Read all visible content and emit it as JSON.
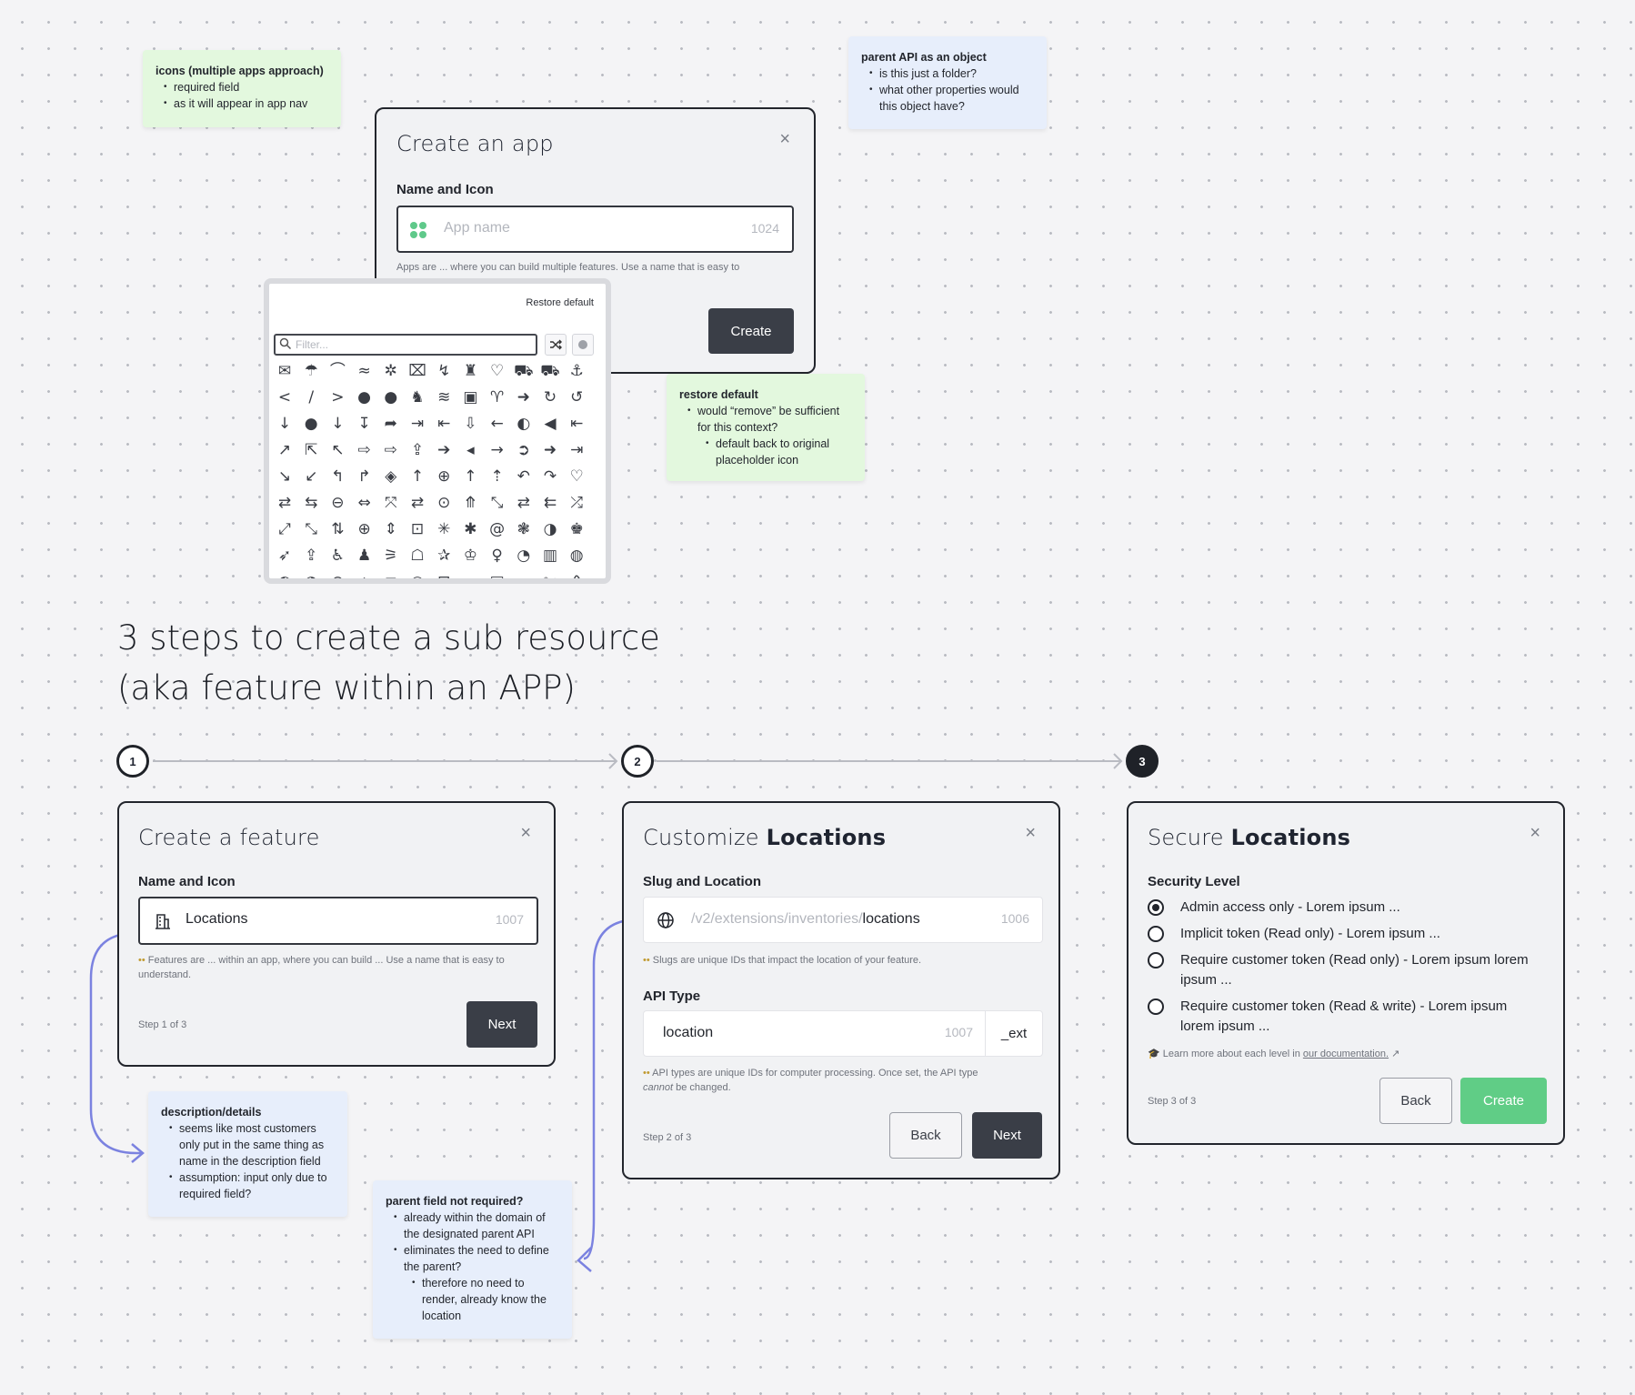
{
  "notes": {
    "icons": {
      "title": "icons (multiple apps approach)",
      "items": [
        "required field",
        "as it will appear in app nav"
      ]
    },
    "parent_api": {
      "title": "parent API as an object",
      "items": [
        "is this just a folder?",
        "what other properties would this object have?"
      ]
    },
    "restore": {
      "title": "restore default",
      "item": "would “remove” be sufficient for this context?",
      "subitem": "default back to original placeholder icon"
    },
    "description": {
      "title": "description/details",
      "items": [
        "seems like most customers only put in the same thing as name in the description field",
        "assumption: input only due to required field?"
      ]
    },
    "parent_field": {
      "title": "parent field not required?",
      "items": [
        "already within the domain of the designated parent API",
        "eliminates the need to define the parent?"
      ],
      "subitem": "therefore no need to render, already know the location"
    }
  },
  "create_app": {
    "title": "Create an app",
    "close": "×",
    "label": "Name and Icon",
    "placeholder": "App name",
    "counter": "1024",
    "help": "Apps are ... where you can build multiple features. Use a name that is easy to",
    "create": "Create"
  },
  "icon_picker": {
    "restore": "Restore default",
    "filter_placeholder": "Filter...",
    "icons": "✉☂⌒≈✲⌧↯♜♡⛟⛟⚓</>●●♞≋▣♈➜↻↺↓●↓↧➦⇥⇤⇩←◐◀⇤↗⇱↖⇨⇨⇪➔◂→➲➜⇥↘↙↰↱◈↑⊕↑⇡↶↷♡⇄⇆⊖⇔⤧⇄⊙⤊⤡⇄⇇⤮⤢⤡⇅⊕⇕⊡✳✱@❃◑♚➶⇪♿♟⚞☖✰♔♀◔▥◍◐◔⊛⌂⊏◒⊡▂▣⌐✄♳◘▲⚑⌁▥"
  },
  "heading": {
    "line1": "3 steps to create a sub resource",
    "line2": "(aka feature within an APP)"
  },
  "steps": [
    "1",
    "2",
    "3"
  ],
  "feature": {
    "title": "Create a feature",
    "close": "×",
    "label": "Name and Icon",
    "value": "Locations",
    "counter": "1007",
    "help": "Features are ... within an app, where you can build ... Use a name that is easy to understand.",
    "step": "Step 1 of 3",
    "next": "Next"
  },
  "customize": {
    "title_prefix": "Customize",
    "title_bold": "Locations",
    "close": "×",
    "slug_label": "Slug and Location",
    "slug_prefix": "/v2/extensions/inventories/",
    "slug_value": "locations",
    "slug_counter": "1006",
    "slug_help": "Slugs are unique IDs that impact the location of your feature.",
    "api_label": "API Type",
    "api_value": "location",
    "api_counter": "1007",
    "api_suffix": "_ext",
    "api_help_1": "API types are unique IDs for computer processing. Once set, the API type",
    "api_help_2a": "cannot",
    "api_help_2b": " be changed.",
    "step": "Step 2 of 3",
    "back": "Back",
    "next": "Next"
  },
  "secure": {
    "title_prefix": "Secure",
    "title_bold": "Locations",
    "close": "×",
    "label": "Security Level",
    "options": [
      {
        "label": "Admin access only - Lorem ipsum ...",
        "selected": true
      },
      {
        "label": "Implicit token (Read only) - Lorem ipsum ...",
        "selected": false
      },
      {
        "label": "Require customer token (Read only) - Lorem ipsum lorem ipsum ...",
        "selected": false
      },
      {
        "label": "Require customer token (Read & write) - Lorem ipsum lorem ipsum ...",
        "selected": false
      }
    ],
    "learn_prefix": "Learn more about each level in ",
    "learn_link": "our documentation.",
    "step": "Step 3 of 3",
    "back": "Back",
    "create": "Create"
  },
  "colors": {
    "accent_green": "#60cd86",
    "connector": "#7b82e0",
    "dark_button": "#3a3e47"
  }
}
